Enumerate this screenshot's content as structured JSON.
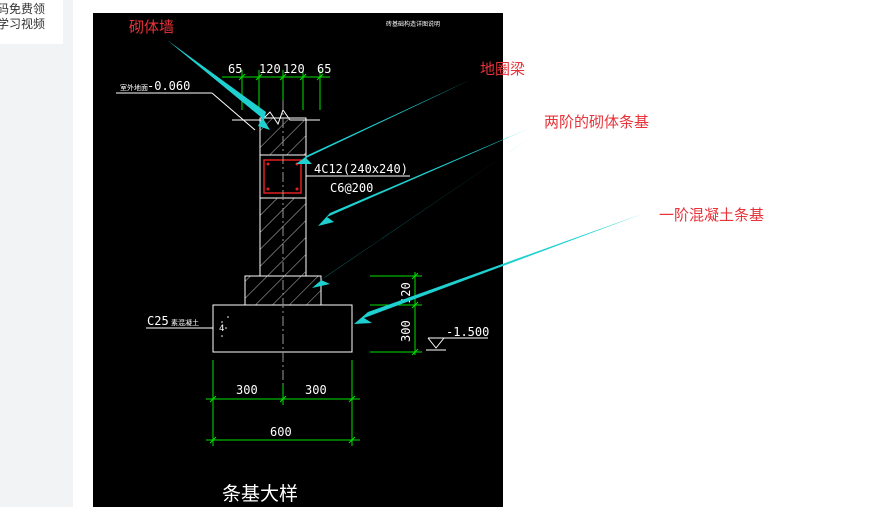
{
  "promo": {
    "line1": "码免费领",
    "line2": "学习视频"
  },
  "drawing": {
    "top_note": "砖基础构造详图说明",
    "elevation_top_label": "室外地面",
    "elevation_top": "-0.060",
    "dims_top": [
      "65",
      "120",
      "120",
      "65"
    ],
    "beam_spec": "4C12(240x240)",
    "stirrup_spec": "C6@200",
    "concrete_label": "C25",
    "concrete_suffix": "素混凝土",
    "dim_right_upper": "120",
    "dim_right_lower": "300",
    "elevation_bottom": "-1.500",
    "dims_bottom": [
      "300",
      "300"
    ],
    "dim_total": "600",
    "title": "条基大样"
  },
  "annotations": {
    "masonry_wall": "砌体墙",
    "ground_beam": "地圈梁",
    "two_step_masonry": "两阶的砌体条基",
    "one_step_concrete": "一阶混凝土条基"
  },
  "colors": {
    "accent_cyan": "#1fd0d0",
    "dim_green": "#00e000",
    "label_red": "#e8333a",
    "beam_red": "#e02020"
  }
}
